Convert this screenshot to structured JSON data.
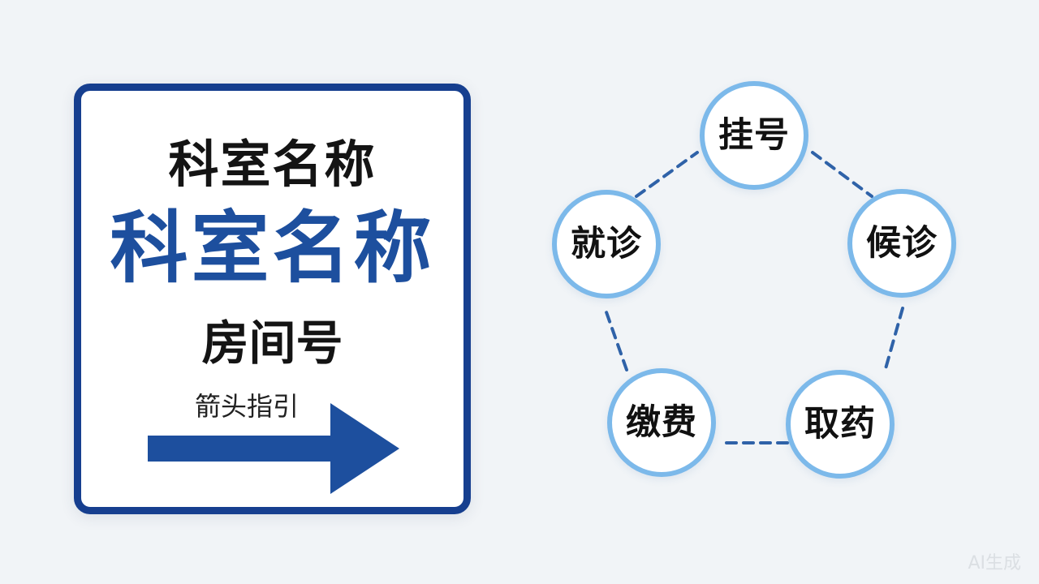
{
  "sign": {
    "title": "科室名称",
    "title_emphasis": "科室名称",
    "room": "房间号",
    "arrow_label": "箭头指引",
    "arrow_direction": "right",
    "border_color": "#163f8f",
    "accent_color": "#1d4f9e"
  },
  "process": {
    "circle_color": "#7cb9ea",
    "connector_color": "#2f62a8",
    "steps": [
      {
        "label": "挂号"
      },
      {
        "label": "候诊"
      },
      {
        "label": "取药"
      },
      {
        "label": "缴费"
      },
      {
        "label": "就诊"
      }
    ]
  },
  "watermark": "AI生成"
}
